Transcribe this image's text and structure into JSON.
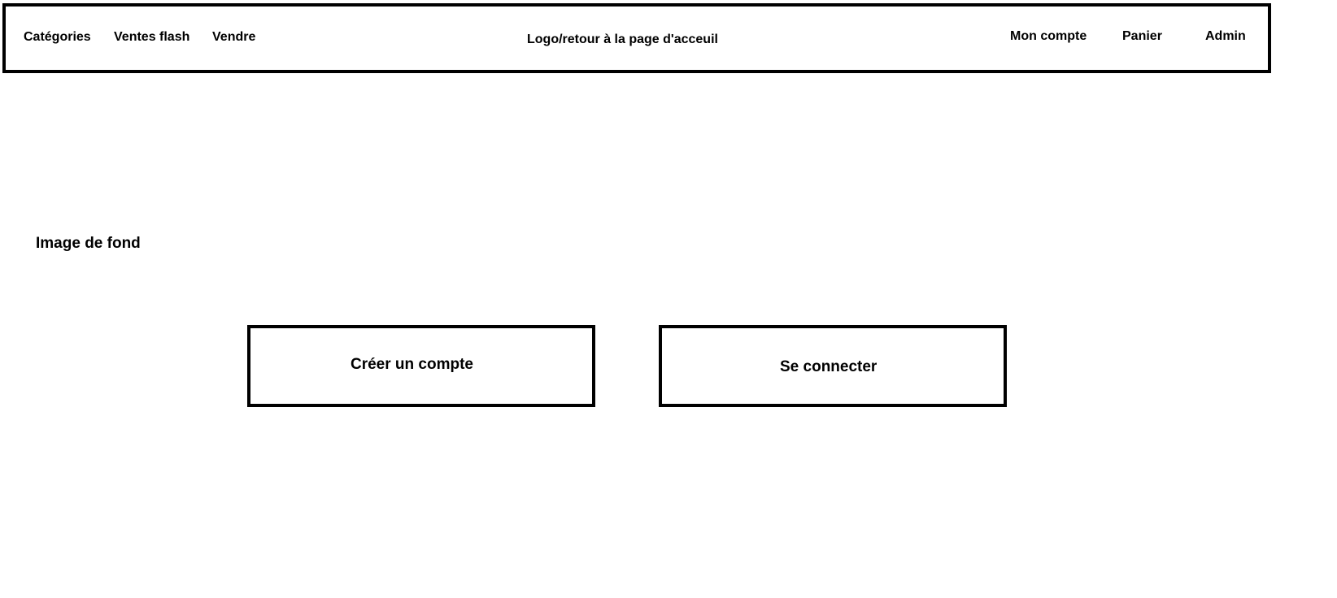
{
  "header": {
    "left_nav": [
      {
        "label": "Catégories"
      },
      {
        "label": "Ventes flash"
      },
      {
        "label": "Vendre"
      }
    ],
    "logo_label": "Logo/retour à la page d'acceuil",
    "right_nav": [
      {
        "label": "Mon compte"
      },
      {
        "label": "Panier"
      },
      {
        "label": "Admin"
      }
    ]
  },
  "main": {
    "background_label": "Image de fond",
    "create_account_label": "Créer un compte",
    "login_label": "Se connecter"
  },
  "colors": {
    "border": "#000000",
    "background": "#ffffff",
    "text": "#000000"
  }
}
